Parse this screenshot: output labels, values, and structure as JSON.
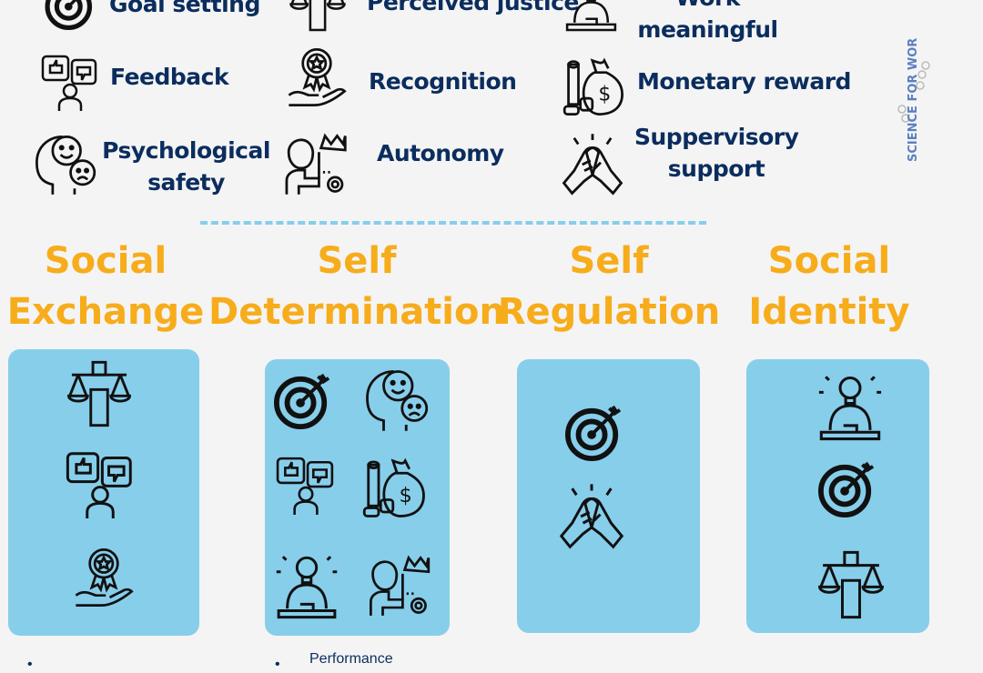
{
  "legend": [
    {
      "icon": "target-icon",
      "label": "Goal setting"
    },
    {
      "icon": "justice-scales-icon",
      "label": "Perceived justice"
    },
    {
      "icon": "meditation-lightbulb-icon",
      "label_lines": [
        "Work",
        "meaningful"
      ]
    },
    {
      "icon": "feedback-icon",
      "label": "Feedback"
    },
    {
      "icon": "award-hand-icon",
      "label": "Recognition"
    },
    {
      "icon": "money-bag-icon",
      "label": "Monetary reward"
    },
    {
      "icon": "psychology-head-icon",
      "label_lines": [
        "Psychological",
        "safety"
      ]
    },
    {
      "icon": "autonomy-icon",
      "label": "Autonomy"
    },
    {
      "icon": "handshake-icon",
      "label_lines": [
        "Suppervisory",
        "support"
      ]
    }
  ],
  "logo": {
    "text": "SCIENCE FOR WORK"
  },
  "theories": [
    {
      "lines": [
        "Social",
        "Exchange"
      ],
      "icons": [
        "justice-scales-icon",
        "feedback-icon",
        "award-hand-icon"
      ]
    },
    {
      "lines": [
        "Self",
        "Determination"
      ],
      "icons": [
        "target-icon",
        "psychology-head-icon",
        "feedback-icon",
        "money-bag-icon",
        "meditation-lightbulb-icon",
        "autonomy-icon"
      ]
    },
    {
      "lines": [
        "Self",
        "Regulation"
      ],
      "icons": [
        "target-icon",
        "handshake-icon"
      ]
    },
    {
      "lines": [
        "Social",
        "Identity"
      ],
      "icons": [
        "meditation-lightbulb-icon",
        "target-icon",
        "justice-scales-icon"
      ]
    }
  ],
  "footer": {
    "text": "Performance"
  },
  "colors": {
    "heading": "#f7ac1b",
    "label": "#0b2d5e",
    "box": "#87ceeb",
    "background": "#f4f4f4"
  }
}
